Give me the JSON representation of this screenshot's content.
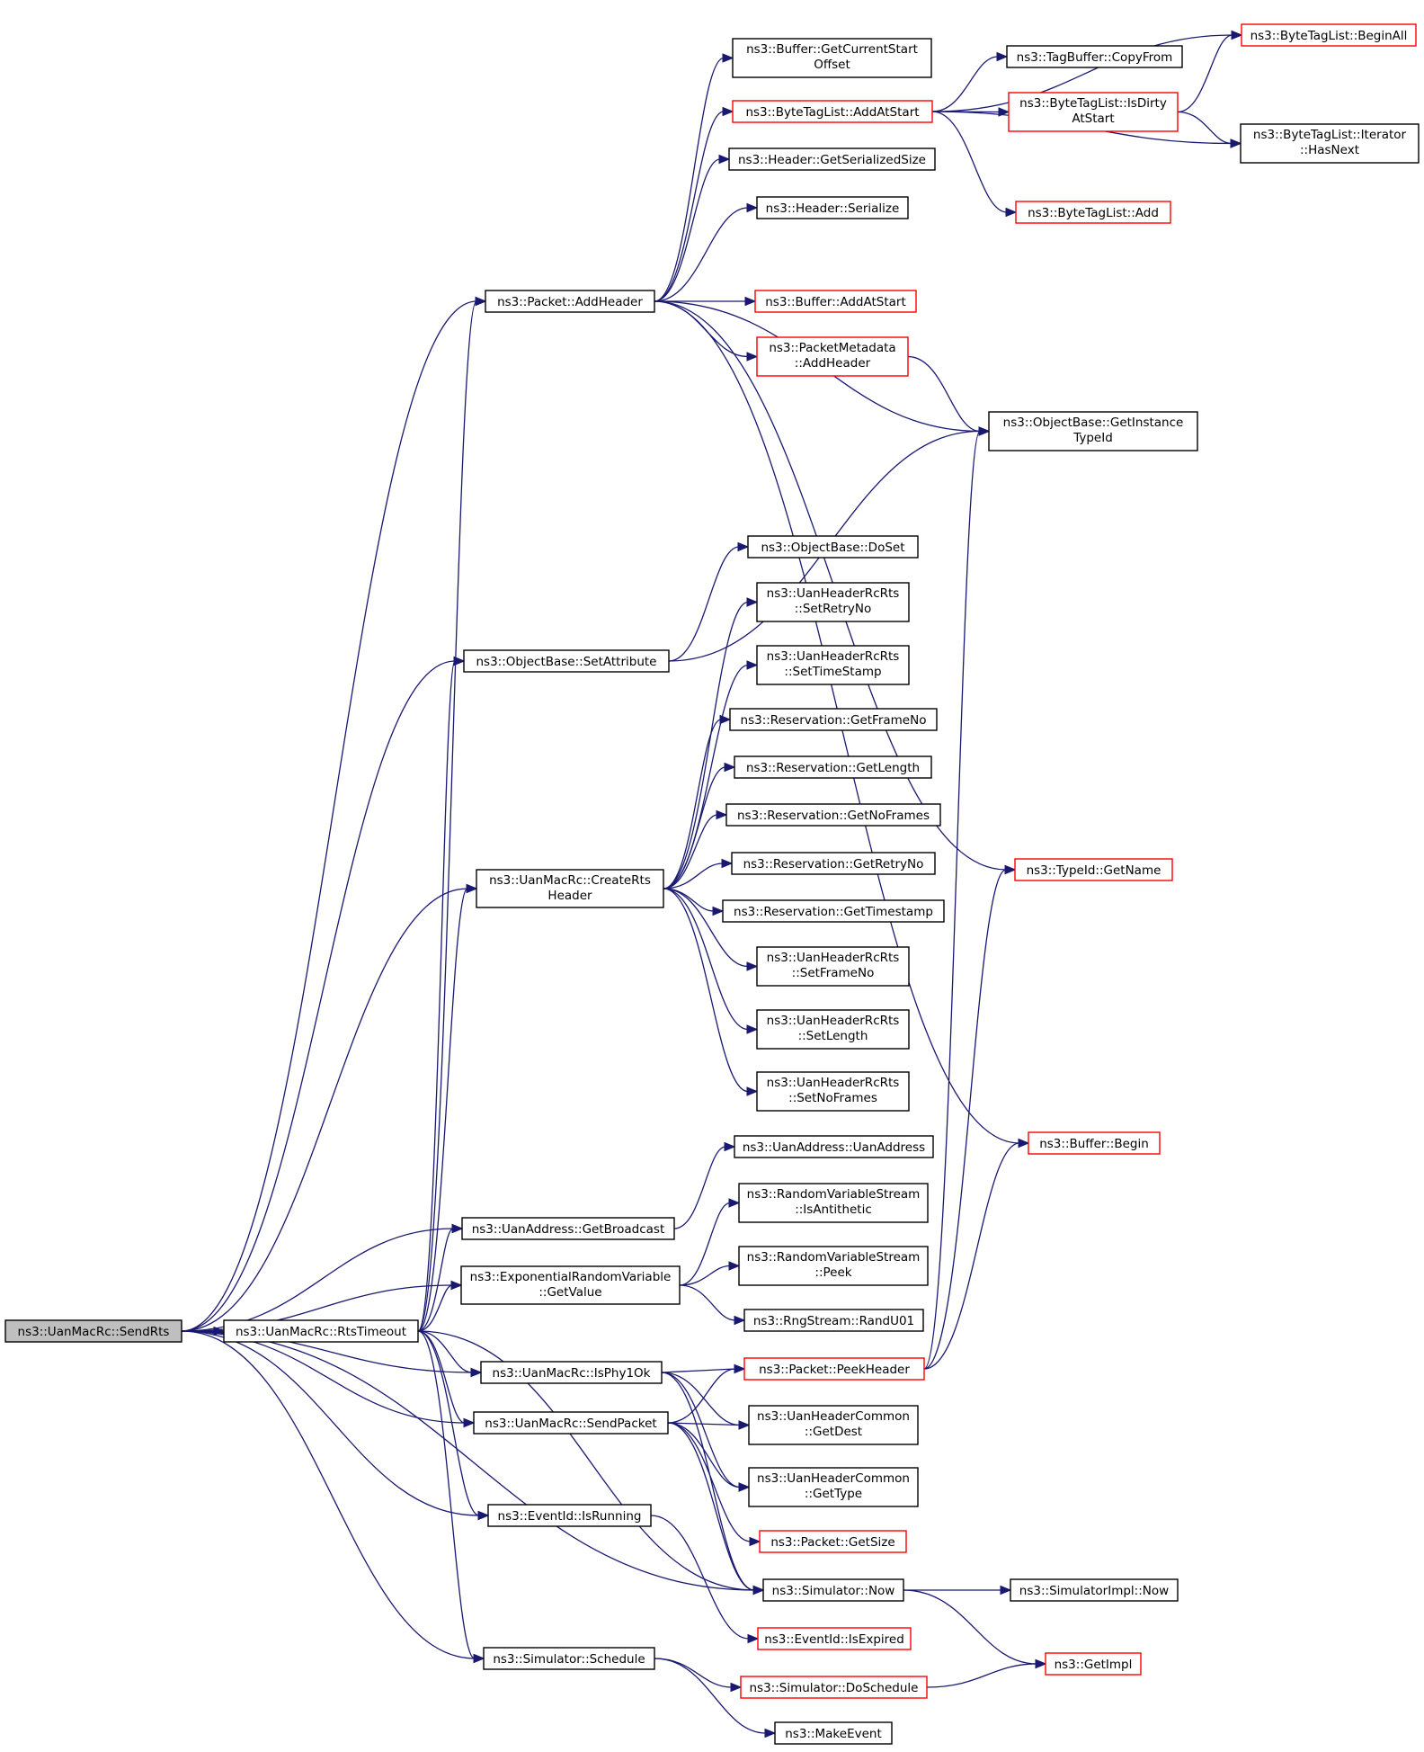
{
  "diagram": {
    "nodes": [
      {
        "id": "sendrts",
        "lines": [
          "ns3::UanMacRc::SendRts"
        ],
        "style": "root"
      },
      {
        "id": "rtstimeout",
        "lines": [
          "ns3::UanMacRc::RtsTimeout"
        ],
        "style": "normal"
      },
      {
        "id": "addheader",
        "lines": [
          "ns3::Packet::AddHeader"
        ],
        "style": "normal"
      },
      {
        "id": "setattr",
        "lines": [
          "ns3::ObjectBase::SetAttribute"
        ],
        "style": "normal"
      },
      {
        "id": "creatrts",
        "lines": [
          "ns3::UanMacRc::CreateRts",
          "Header"
        ],
        "style": "normal"
      },
      {
        "id": "getbcast",
        "lines": [
          "ns3::UanAddress::GetBroadcast"
        ],
        "style": "normal"
      },
      {
        "id": "expgv",
        "lines": [
          "ns3::ExponentialRandomVariable",
          "::GetValue"
        ],
        "style": "normal"
      },
      {
        "id": "isphy",
        "lines": [
          "ns3::UanMacRc::IsPhy1Ok"
        ],
        "style": "normal"
      },
      {
        "id": "sendpkt",
        "lines": [
          "ns3::UanMacRc::SendPacket"
        ],
        "style": "normal"
      },
      {
        "id": "isrun",
        "lines": [
          "ns3::EventId::IsRunning"
        ],
        "style": "normal"
      },
      {
        "id": "schedule",
        "lines": [
          "ns3::Simulator::Schedule"
        ],
        "style": "normal"
      },
      {
        "id": "getcso",
        "lines": [
          "ns3::Buffer::GetCurrentStart",
          "Offset"
        ],
        "style": "normal"
      },
      {
        "id": "btladdat",
        "lines": [
          "ns3::ByteTagList::AddAtStart"
        ],
        "style": "trunc"
      },
      {
        "id": "hgss",
        "lines": [
          "ns3::Header::GetSerializedSize"
        ],
        "style": "normal"
      },
      {
        "id": "hser",
        "lines": [
          "ns3::Header::Serialize"
        ],
        "style": "normal"
      },
      {
        "id": "bufadd",
        "lines": [
          "ns3::Buffer::AddAtStart"
        ],
        "style": "trunc"
      },
      {
        "id": "pmadd",
        "lines": [
          "ns3::PacketMetadata",
          "::AddHeader"
        ],
        "style": "trunc"
      },
      {
        "id": "dosetx",
        "lines": [
          "ns3::ObjectBase::DoSet"
        ],
        "style": "normal"
      },
      {
        "id": "setretry",
        "lines": [
          "ns3::UanHeaderRcRts",
          "::SetRetryNo"
        ],
        "style": "normal"
      },
      {
        "id": "setts",
        "lines": [
          "ns3::UanHeaderRcRts",
          "::SetTimeStamp"
        ],
        "style": "normal"
      },
      {
        "id": "getfn",
        "lines": [
          "ns3::Reservation::GetFrameNo"
        ],
        "style": "normal"
      },
      {
        "id": "getlen",
        "lines": [
          "ns3::Reservation::GetLength"
        ],
        "style": "normal"
      },
      {
        "id": "getnf",
        "lines": [
          "ns3::Reservation::GetNoFrames"
        ],
        "style": "normal"
      },
      {
        "id": "getrn",
        "lines": [
          "ns3::Reservation::GetRetryNo"
        ],
        "style": "normal"
      },
      {
        "id": "gettsr",
        "lines": [
          "ns3::Reservation::GetTimestamp"
        ],
        "style": "normal"
      },
      {
        "id": "setfn",
        "lines": [
          "ns3::UanHeaderRcRts",
          "::SetFrameNo"
        ],
        "style": "normal"
      },
      {
        "id": "setlen",
        "lines": [
          "ns3::UanHeaderRcRts",
          "::SetLength"
        ],
        "style": "normal"
      },
      {
        "id": "setnf",
        "lines": [
          "ns3::UanHeaderRcRts",
          "::SetNoFrames"
        ],
        "style": "normal"
      },
      {
        "id": "uanaddr",
        "lines": [
          "ns3::UanAddress::UanAddress"
        ],
        "style": "normal"
      },
      {
        "id": "isanti",
        "lines": [
          "ns3::RandomVariableStream",
          "::IsAntithetic"
        ],
        "style": "normal"
      },
      {
        "id": "peek",
        "lines": [
          "ns3::RandomVariableStream",
          "::Peek"
        ],
        "style": "normal"
      },
      {
        "id": "randu",
        "lines": [
          "ns3::RngStream::RandU01"
        ],
        "style": "normal"
      },
      {
        "id": "peekhdr",
        "lines": [
          "ns3::Packet::PeekHeader"
        ],
        "style": "trunc"
      },
      {
        "id": "getdest",
        "lines": [
          "ns3::UanHeaderCommon",
          "::GetDest"
        ],
        "style": "normal"
      },
      {
        "id": "gettype",
        "lines": [
          "ns3::UanHeaderCommon",
          "::GetType"
        ],
        "style": "normal"
      },
      {
        "id": "getsize",
        "lines": [
          "ns3::Packet::GetSize"
        ],
        "style": "trunc"
      },
      {
        "id": "simnow",
        "lines": [
          "ns3::Simulator::Now"
        ],
        "style": "normal"
      },
      {
        "id": "isexp",
        "lines": [
          "ns3::EventId::IsExpired"
        ],
        "style": "trunc"
      },
      {
        "id": "dosched",
        "lines": [
          "ns3::Simulator::DoSchedule"
        ],
        "style": "trunc"
      },
      {
        "id": "mkevent",
        "lines": [
          "ns3::MakeEvent"
        ],
        "style": "normal"
      },
      {
        "id": "tbcopy",
        "lines": [
          "ns3::TagBuffer::CopyFrom"
        ],
        "style": "normal"
      },
      {
        "id": "btlbegin",
        "lines": [
          "ns3::ByteTagList::BeginAll"
        ],
        "style": "trunc"
      },
      {
        "id": "btldirty",
        "lines": [
          "ns3::ByteTagList::IsDirty",
          "AtStart"
        ],
        "style": "trunc"
      },
      {
        "id": "btlhasnext",
        "lines": [
          "ns3::ByteTagList::Iterator",
          "::HasNext"
        ],
        "style": "normal"
      },
      {
        "id": "btladd",
        "lines": [
          "ns3::ByteTagList::Add"
        ],
        "style": "trunc"
      },
      {
        "id": "gitid",
        "lines": [
          "ns3::ObjectBase::GetInstance",
          "TypeId"
        ],
        "style": "normal"
      },
      {
        "id": "getname",
        "lines": [
          "ns3::TypeId::GetName"
        ],
        "style": "trunc"
      },
      {
        "id": "bufbegin",
        "lines": [
          "ns3::Buffer::Begin"
        ],
        "style": "trunc"
      },
      {
        "id": "simimplnow",
        "lines": [
          "ns3::SimulatorImpl::Now"
        ],
        "style": "normal"
      },
      {
        "id": "getimpl",
        "lines": [
          "ns3::GetImpl"
        ],
        "style": "trunc"
      }
    ],
    "edges": [
      [
        "sendrts",
        "rtstimeout"
      ],
      [
        "sendrts",
        "addheader"
      ],
      [
        "sendrts",
        "setattr"
      ],
      [
        "sendrts",
        "creatrts"
      ],
      [
        "sendrts",
        "getbcast"
      ],
      [
        "sendrts",
        "expgv"
      ],
      [
        "sendrts",
        "isphy"
      ],
      [
        "sendrts",
        "sendpkt"
      ],
      [
        "sendrts",
        "isrun"
      ],
      [
        "sendrts",
        "simnow"
      ],
      [
        "sendrts",
        "schedule"
      ],
      [
        "rtstimeout",
        "addheader"
      ],
      [
        "rtstimeout",
        "setattr"
      ],
      [
        "rtstimeout",
        "creatrts"
      ],
      [
        "rtstimeout",
        "getbcast"
      ],
      [
        "rtstimeout",
        "expgv"
      ],
      [
        "rtstimeout",
        "isphy"
      ],
      [
        "rtstimeout",
        "sendpkt"
      ],
      [
        "rtstimeout",
        "isrun"
      ],
      [
        "rtstimeout",
        "simnow"
      ],
      [
        "rtstimeout",
        "schedule"
      ],
      [
        "addheader",
        "getcso"
      ],
      [
        "addheader",
        "btladdat"
      ],
      [
        "addheader",
        "hgss"
      ],
      [
        "addheader",
        "hser"
      ],
      [
        "addheader",
        "gitid"
      ],
      [
        "addheader",
        "bufadd"
      ],
      [
        "addheader",
        "pmadd"
      ],
      [
        "addheader",
        "getname"
      ],
      [
        "addheader",
        "bufbegin"
      ],
      [
        "btladdat",
        "tbcopy"
      ],
      [
        "btladdat",
        "btlbegin"
      ],
      [
        "btladdat",
        "btldirty"
      ],
      [
        "btladdat",
        "btlhasnext"
      ],
      [
        "btladdat",
        "btladd"
      ],
      [
        "btldirty",
        "btlbegin"
      ],
      [
        "btldirty",
        "btlhasnext"
      ],
      [
        "pmadd",
        "gitid"
      ],
      [
        "setattr",
        "gitid"
      ],
      [
        "setattr",
        "dosetx"
      ],
      [
        "creatrts",
        "setretry"
      ],
      [
        "creatrts",
        "setts"
      ],
      [
        "creatrts",
        "getfn"
      ],
      [
        "creatrts",
        "getlen"
      ],
      [
        "creatrts",
        "getnf"
      ],
      [
        "creatrts",
        "getrn"
      ],
      [
        "creatrts",
        "gettsr"
      ],
      [
        "creatrts",
        "setfn"
      ],
      [
        "creatrts",
        "setlen"
      ],
      [
        "creatrts",
        "setnf"
      ],
      [
        "getbcast",
        "uanaddr"
      ],
      [
        "expgv",
        "isanti"
      ],
      [
        "expgv",
        "peek"
      ],
      [
        "expgv",
        "randu"
      ],
      [
        "isphy",
        "peekhdr"
      ],
      [
        "isphy",
        "getdest"
      ],
      [
        "isphy",
        "gettype"
      ],
      [
        "isphy",
        "simnow"
      ],
      [
        "sendpkt",
        "peekhdr"
      ],
      [
        "sendpkt",
        "getdest"
      ],
      [
        "sendpkt",
        "gettype"
      ],
      [
        "sendpkt",
        "getsize"
      ],
      [
        "sendpkt",
        "simnow"
      ],
      [
        "peekhdr",
        "gitid"
      ],
      [
        "peekhdr",
        "getname"
      ],
      [
        "peekhdr",
        "bufbegin"
      ],
      [
        "isrun",
        "isexp"
      ],
      [
        "simnow",
        "simimplnow"
      ],
      [
        "simnow",
        "getimpl"
      ],
      [
        "schedule",
        "dosched"
      ],
      [
        "schedule",
        "mkevent"
      ],
      [
        "dosched",
        "getimpl"
      ]
    ]
  }
}
